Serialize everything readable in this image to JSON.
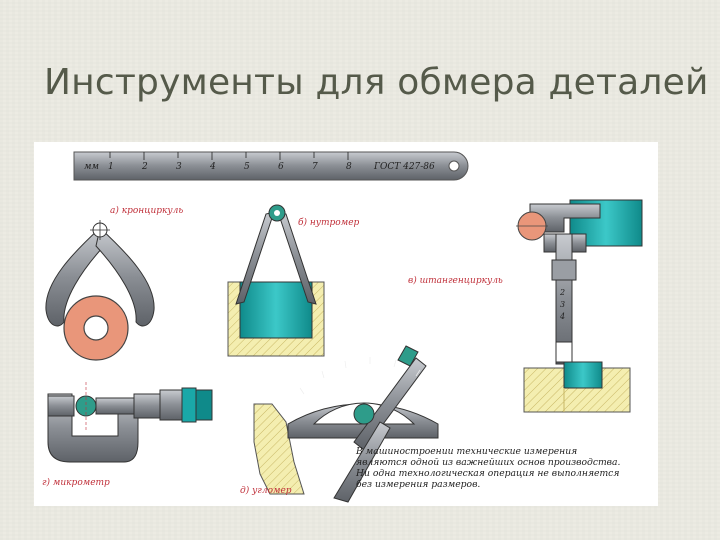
{
  "slide": {
    "title": "Инструменты для обмера деталей"
  },
  "ruler": {
    "unit_label": "мм",
    "ticks": [
      "1",
      "2",
      "3",
      "4",
      "5",
      "6",
      "7",
      "8"
    ],
    "standard": "ГОСТ 427-86"
  },
  "captions": {
    "a": "а) кронциркуль",
    "b": "б) нутромер",
    "v": "в) штангенциркуль",
    "g": "г) микрометр",
    "d": "д) угломер"
  },
  "caliper_scale": [
    "2",
    "3",
    "4"
  ],
  "note_lines": [
    "В машиностроении технические измерения",
    "являются одной из важнейших основ производства.",
    "Ни одна технологическая операция не выполняется",
    "без измерения размеров."
  ],
  "colors": {
    "title": "#555a4a",
    "caption": "#c0303a",
    "teal": "#1aa8a8",
    "brass": "#f2eaa6",
    "ring": "#e9967a",
    "steel": "#8a8e94"
  }
}
